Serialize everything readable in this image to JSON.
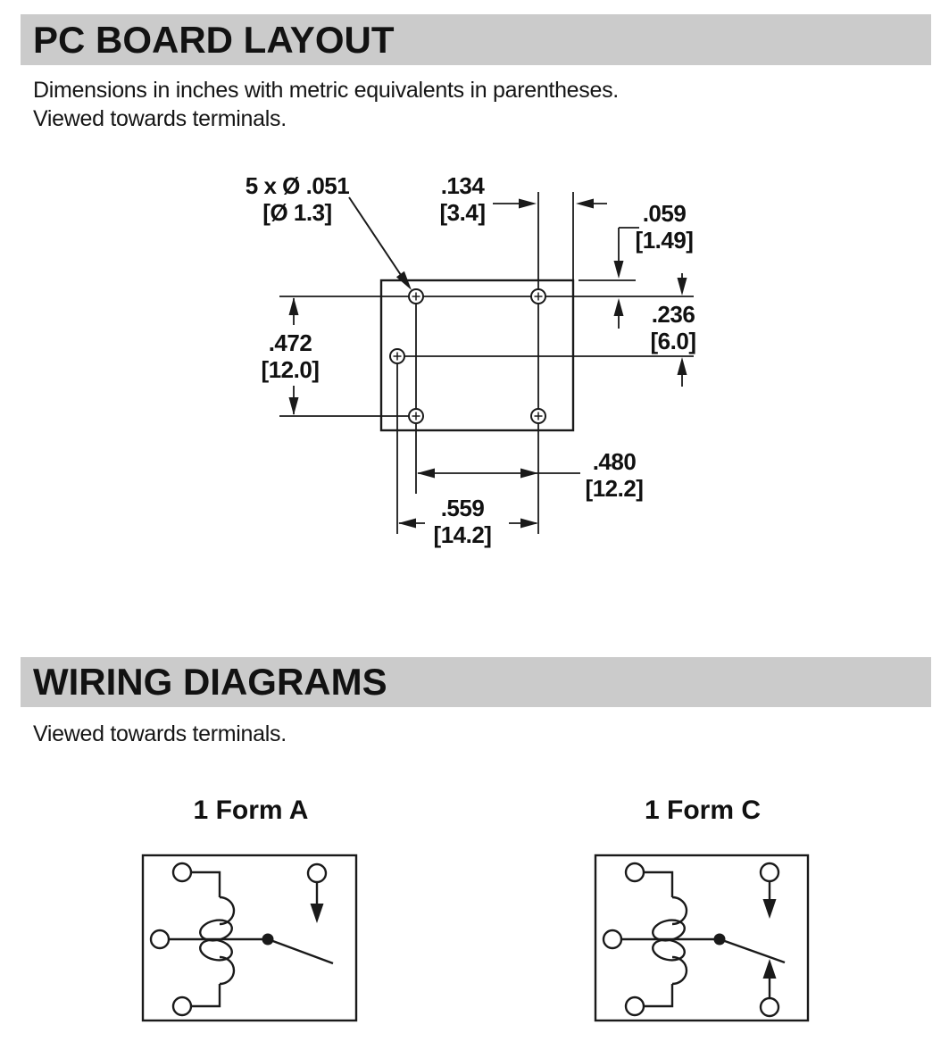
{
  "colors": {
    "ink": "#1a1a1a",
    "header_bg": "#cbcbcb",
    "paper": "#ffffff"
  },
  "pcb_section": {
    "title": "PC BOARD LAYOUT",
    "note_line1": "Dimensions in inches with metric equivalents in parentheses.",
    "note_line2": "Viewed towards terminals."
  },
  "wiring_section": {
    "title": "WIRING DIAGRAMS",
    "note": "Viewed towards terminals."
  },
  "dimensions": {
    "hole_callout": {
      "inch": "5 x Ø .051",
      "metric": "[Ø 1.3]"
    },
    "dim_134": {
      "inch": ".134",
      "metric": "[3.4]"
    },
    "dim_059": {
      "inch": ".059",
      "metric": "[1.49]"
    },
    "dim_472": {
      "inch": ".472",
      "metric": "[12.0]"
    },
    "dim_236": {
      "inch": ".236",
      "metric": "[6.0]"
    },
    "dim_480": {
      "inch": ".480",
      "metric": "[12.2]"
    },
    "dim_559": {
      "inch": ".559",
      "metric": "[14.2]"
    }
  },
  "wiring_diagrams": [
    {
      "title": "1 Form A"
    },
    {
      "title": "1 Form C"
    }
  ]
}
